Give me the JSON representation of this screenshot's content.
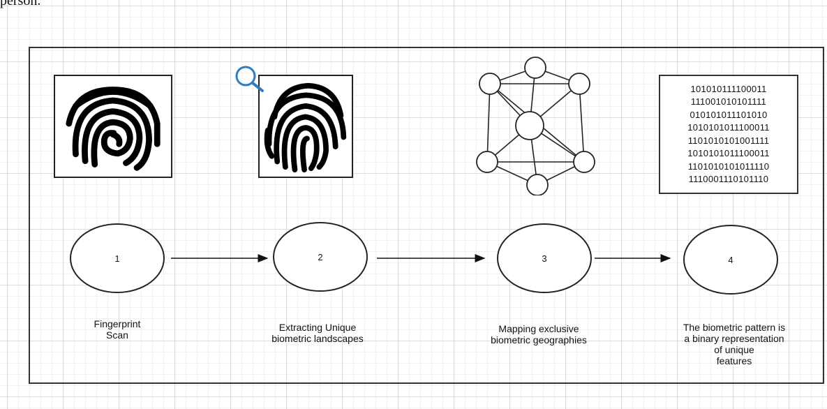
{
  "header_fragment": "person.",
  "binary_lines": [
    "101010111100011",
    "111001010101111",
    "010101011101010",
    "1010101011100011",
    "1101010101001111",
    "1010101011100011",
    "1101010101011110",
    "1110001110101110"
  ],
  "steps": [
    {
      "number": "1",
      "caption_lines": [
        "Fingerprint",
        "Scan"
      ]
    },
    {
      "number": "2",
      "caption_lines": [
        "Extracting Unique",
        "biometric landscapes"
      ]
    },
    {
      "number": "3",
      "caption_lines": [
        "Mapping exclusive",
        "biometric geographies"
      ]
    },
    {
      "number": "4",
      "caption_lines": [
        "The biometric pattern is",
        "a binary representation",
        "of unique",
        "features"
      ]
    }
  ],
  "icons": [
    "fingerprint-icon",
    "fingerprint-magnifier-icon",
    "node-network-icon"
  ],
  "colors": {
    "magnifier": "#2b7ec2",
    "stroke": "#222222"
  }
}
